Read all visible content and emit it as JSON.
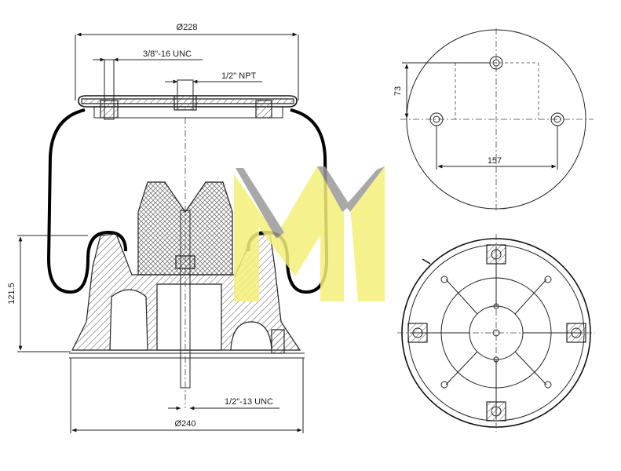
{
  "side_view": {
    "top_diameter": "Ø228",
    "top_stud_thread": "3/8\"-16 UNC",
    "air_inlet_thread": "1/2\" NPT",
    "height": "121.5",
    "bottom_stud_thread": "1/2\"-13 UNC",
    "bottom_diameter": "Ø240"
  },
  "top_view": {
    "vertical_offset": "73",
    "stud_spacing": "157"
  },
  "watermark": {
    "description": "yellow and grey M logo",
    "colors": {
      "yellow": "#f4f07a",
      "grey": "#9a9a9a"
    }
  }
}
